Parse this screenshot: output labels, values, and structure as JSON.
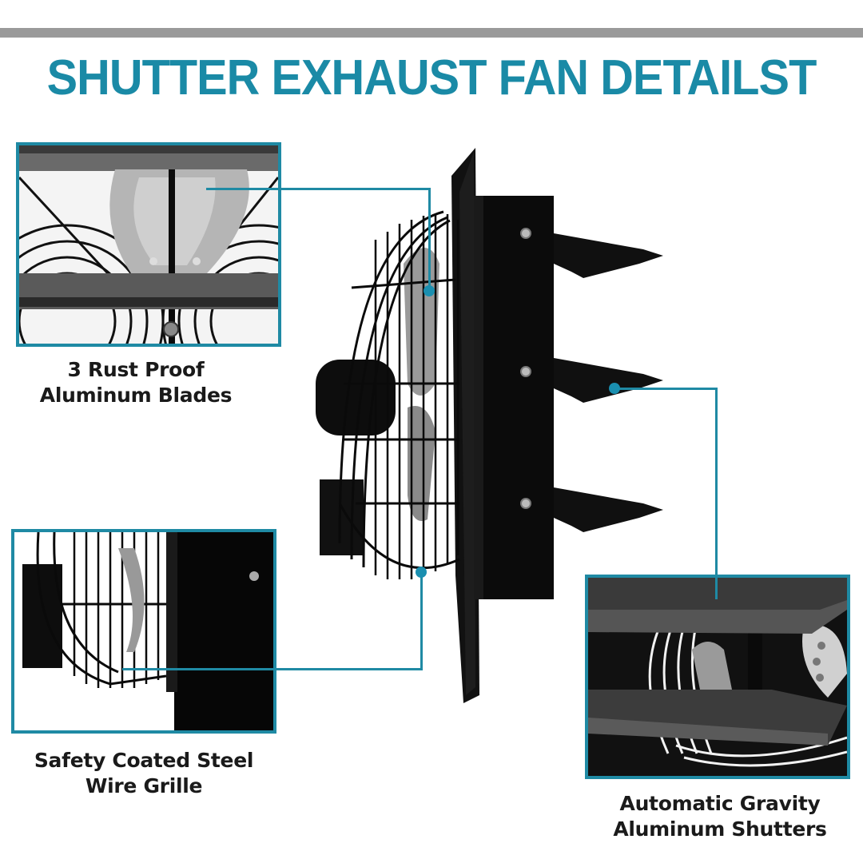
{
  "header": {
    "title": "SHUTTER EXHAUST FAN DETAILST"
  },
  "accent_color": "#1f8aa4",
  "features": [
    {
      "id": "blades",
      "line1": "3 Rust Proof",
      "line2": "Aluminum Blades"
    },
    {
      "id": "grille",
      "line1": "Safety Coated Steel",
      "line2": "Wire Grille"
    },
    {
      "id": "shutters",
      "line1": "Automatic Gravity",
      "line2": "Aluminum Shutters"
    }
  ],
  "product": {
    "name": "shutter exhaust fan",
    "shutter_count": 3
  }
}
